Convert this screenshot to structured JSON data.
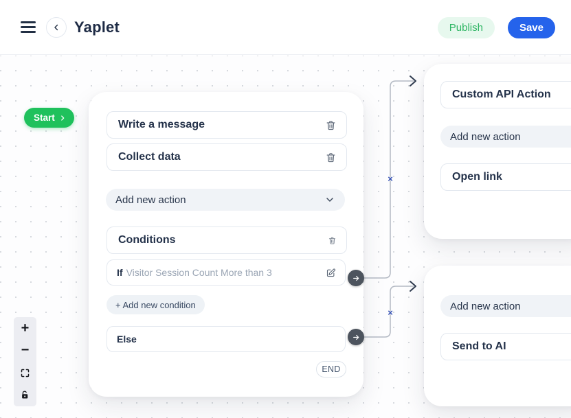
{
  "header": {
    "title": "Yaplet",
    "publish_label": "Publish",
    "save_label": "Save"
  },
  "canvas": {
    "start_label": "Start"
  },
  "main_node": {
    "action_rows": [
      "Write a message",
      "Collect data"
    ],
    "add_action_label": "Add new action",
    "conditions_title": "Conditions",
    "if_label": "If",
    "if_placeholder": "Visitor Session Count More than 3",
    "add_condition_label": "+ Add new condition",
    "else_label": "Else",
    "end_label": "END"
  },
  "api_node": {
    "top_action": "Custom API Action",
    "add_action_label": "Add new action",
    "bottom_action": "Open link"
  },
  "ai_node": {
    "add_action_label": "Add new action",
    "action": "Send to AI"
  },
  "edges": {
    "delete_marker": "×"
  },
  "controls": {
    "zoom_in_label": "+",
    "zoom_out_label": "−"
  },
  "colors": {
    "accent_green": "#1fc15c",
    "accent_blue": "#2563eb",
    "publish_bg": "#e7f8ee",
    "publish_text": "#2db563",
    "node_text": "#24324a",
    "muted_bg": "#f0f3f7",
    "border": "#e3e8ef",
    "edge_line": "#b3b9c3",
    "edge_marker": "#3450b4"
  }
}
